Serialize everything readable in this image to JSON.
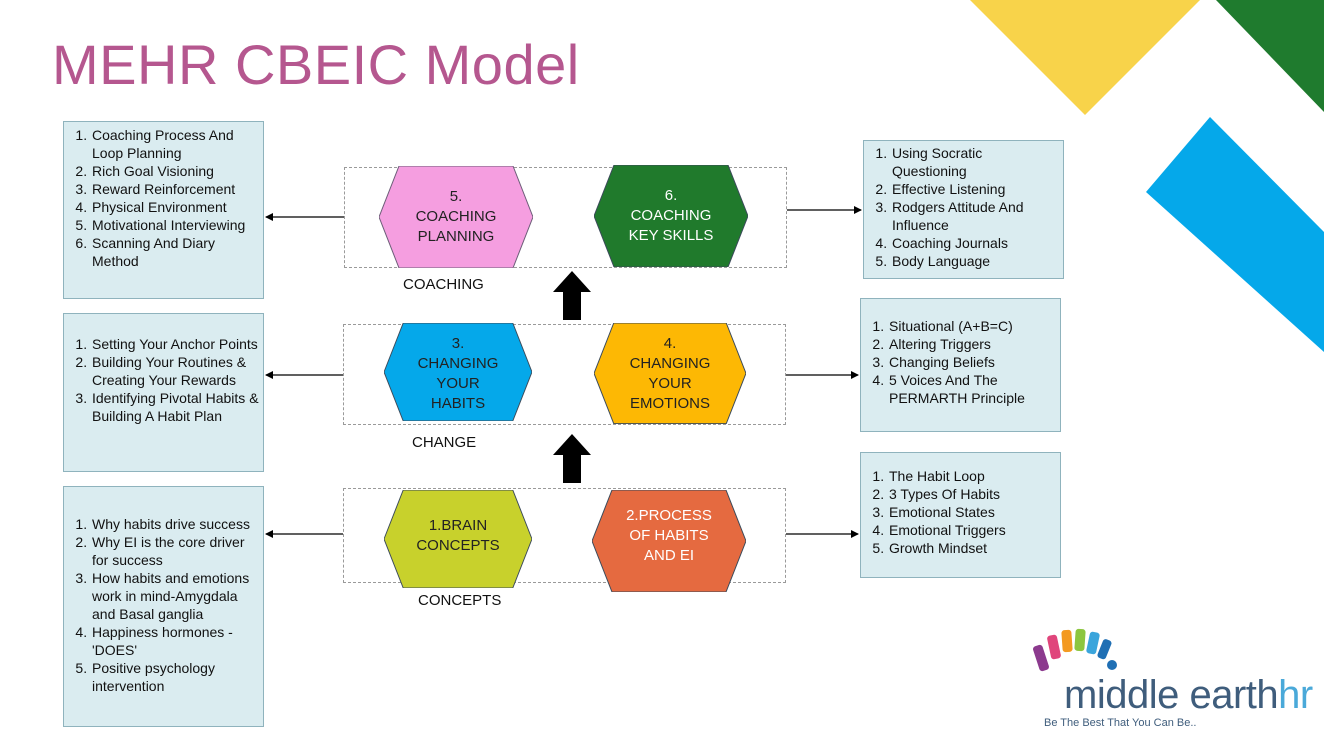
{
  "title": "MEHR CBEIC Model",
  "colors": {
    "title": "#b5578f",
    "box_bg": "#daecf0",
    "hex_pink": "#f59ee0",
    "hex_green": "#207a2c",
    "hex_blue": "#05a8ea",
    "hex_orange": "#fdb804",
    "hex_lime": "#c8d12c",
    "hex_red": "#e56a40",
    "deco_yellow": "#f8d34a",
    "deco_green": "#1f7b2e",
    "deco_blue": "#05a8ea"
  },
  "sections": {
    "coaching": {
      "label": "COACHING",
      "left_hex": "5.\nCOACHING\nPLANNING",
      "right_hex": "6.\nCOACHING\nKEY SKILLS"
    },
    "change": {
      "label": "CHANGE",
      "left_hex": "3.\nCHANGING\nYOUR\nHABITS",
      "right_hex": "4.\nCHANGING\nYOUR\nEMOTIONS"
    },
    "concepts": {
      "label": "CONCEPTS",
      "left_hex": "1.BRAIN\nCONCEPTS",
      "right_hex": "2.PROCESS\nOF HABITS\nAND EI"
    }
  },
  "lists": {
    "coaching_left": [
      "Coaching Process And Loop Planning",
      "Rich Goal Visioning",
      "Reward Reinforcement",
      "Physical Environment",
      "Motivational Interviewing",
      "Scanning And Diary Method"
    ],
    "coaching_right": [
      "Using Socratic Questioning",
      "Effective Listening",
      "Rodgers Attitude And Influence",
      "Coaching Journals",
      "Body Language"
    ],
    "change_left": [
      "Setting Your Anchor Points",
      "Building Your Routines & Creating Your Rewards",
      "Identifying Pivotal Habits & Building A Habit Plan"
    ],
    "change_right": [
      "Situational (A+B=C)",
      "Altering Triggers",
      "Changing Beliefs",
      "5 Voices And The PERMARTH Principle"
    ],
    "concepts_left": [
      "Why habits drive success",
      "Why EI is the core driver for success",
      "How habits and emotions work in mind-Amygdala and Basal ganglia",
      "Happiness hormones - 'DOES'",
      "Positive psychology intervention"
    ],
    "concepts_right": [
      "The Habit Loop",
      "3 Types Of Habits",
      "Emotional States",
      "Emotional Triggers",
      "Growth Mindset"
    ]
  },
  "logo": {
    "name_main": "middle earth",
    "name_accent": "hr",
    "tagline": "Be The Best That You Can Be.."
  }
}
